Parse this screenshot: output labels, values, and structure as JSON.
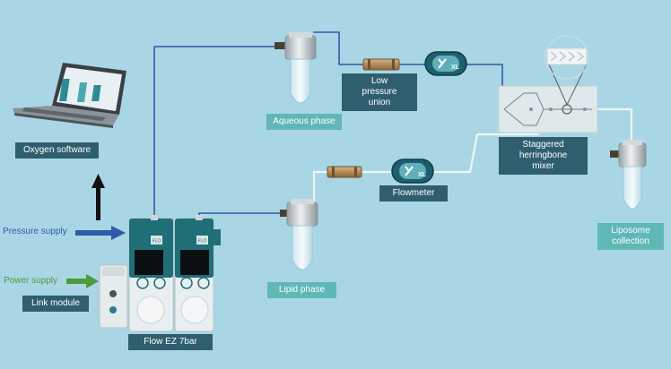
{
  "labels": {
    "oxygen_software": "Oxygen software",
    "pressure_supply": "Pressure supply",
    "power_supply": "Power supply",
    "link_module": "Link module",
    "flow_ez": "Flow EZ 7bar",
    "aqueous_phase": "Aqueous phase",
    "lipid_phase": "Lipid phase",
    "low_pressure_union": "Low pressure union",
    "flowmeter": "Flowmeter",
    "mixer": "Staggered herringbone mixer",
    "liposome_collection": "Liposome collection"
  },
  "device_text": {
    "flowmeter_size": "XL",
    "flow_ez_badge": "FLO"
  },
  "colors": {
    "background": "#a9d6e5",
    "dark_label": "#2f5f6f",
    "teal_label": "#5fb8b6",
    "pressure_arrow": "#2e5aa8",
    "power_arrow": "#4f9a3a",
    "tubing_blue": "#2e5aa8",
    "tubing_light": "#eef6f6",
    "device_teal": "#1f6e78"
  }
}
